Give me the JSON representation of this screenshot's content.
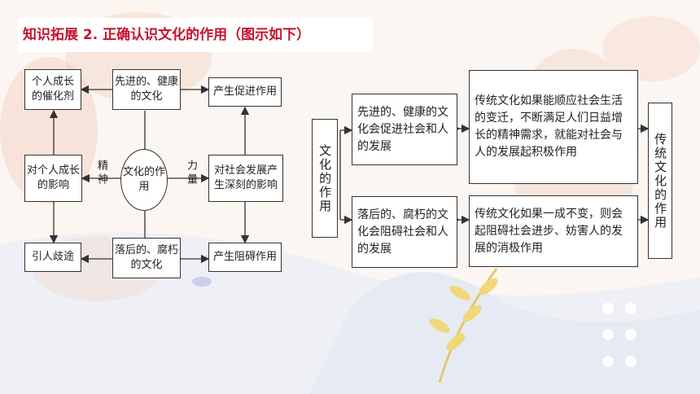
{
  "title": "知识拓展 2. 正确认识文化的作用（图示如下）",
  "left_diagram": {
    "personal_growth_catalyst": "个人成长的催化剂",
    "advanced_healthy_culture": "先进的、健康的文化",
    "promote_effect": "产生促进作用",
    "impact_on_individual": "对个人成长的影响",
    "spirit_label": "精神",
    "role_of_culture": "文化的作用",
    "force_label": "力量",
    "impact_on_society": "对社会发展产生深刻的影响",
    "lead_astray": "引人歧途",
    "backward_decadent_culture": "落后的、腐朽的文化",
    "hinder_effect": "产生阻碍作用"
  },
  "right_diagram": {
    "role_of_culture_vertical": "文化的作用",
    "advanced_promotes": "先进的、健康的文化会促进社会和人的发展",
    "backward_hinders": "落后的、腐朽的文化会阻碍社会和人的发展",
    "traditional_positive": "传统文化如果能顺应社会生活的变迁，不断满足人们日益增长的精神需求，就能对社会与人的发展起积极作用",
    "traditional_negative": "传统文化如果一成不变，则会起阻碍社会进步、妨害人的发展的消极作用",
    "traditional_culture_role": "传统文化的作用"
  },
  "colors": {
    "title_text": "#c8102e",
    "line": "#333333",
    "background": "#fbf6f1"
  }
}
